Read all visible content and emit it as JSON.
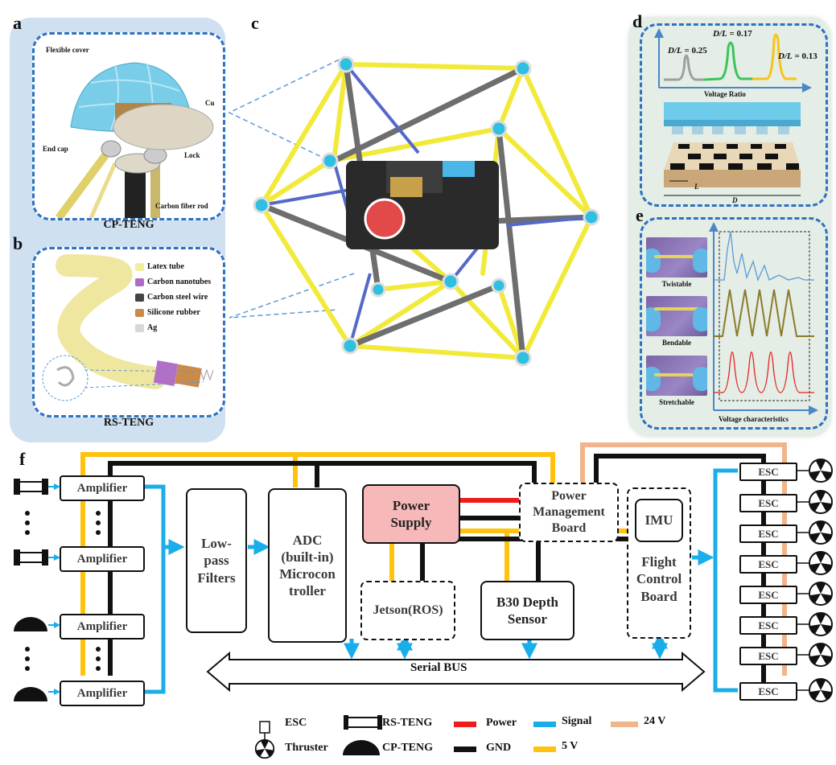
{
  "panels": {
    "a": {
      "letter": "a",
      "callouts": [
        "Flexible cover",
        "Cu",
        "End cap",
        "Lock",
        "Carbon fiber rod"
      ],
      "caption": "CP-TENG"
    },
    "b": {
      "letter": "b",
      "legend": [
        {
          "label": "Latex tube",
          "color": "#f3eda0"
        },
        {
          "label": "Carbon nanotubes",
          "color": "#b06cc4"
        },
        {
          "label": "Carbon steel wire",
          "color": "#444444"
        },
        {
          "label": "Silicone rubber",
          "color": "#c98a4a"
        },
        {
          "label": "Ag",
          "color": "#d8d8d8"
        }
      ],
      "caption": "RS-TENG"
    },
    "c": {
      "letter": "c"
    },
    "d": {
      "letter": "d",
      "peaks": [
        {
          "ratio_label": "= 0.25",
          "num": "D",
          "den": "L",
          "color": "#9e9e9e"
        },
        {
          "ratio_label": "= 0.17",
          "num": "D",
          "den": "L",
          "color": "#3cc45a"
        },
        {
          "ratio_label": "= 0.13",
          "num": "D",
          "den": "L",
          "color": "#f6c318"
        }
      ],
      "xlabel": "Voltage Ratio",
      "dim_small": "L",
      "dim_large": "D"
    },
    "e": {
      "letter": "e",
      "modes": [
        "Twistable",
        "Bendable",
        "Stretchable"
      ],
      "xlabel": "Voltage characteristics",
      "curve_colors": [
        "#5b9bd5",
        "#8b7b2a",
        "#e8201e"
      ]
    },
    "f": {
      "letter": "f"
    }
  },
  "diagram": {
    "amplifier_label": "Amplifier",
    "amplifiers_count": 4,
    "lowpass": "Low-\npass\nFilters",
    "adc": "ADC\n(built-in)\nMicrocon\ntroller",
    "power_supply": "Power\nSupply",
    "pmb": "Power\nManagement\nBoard",
    "imu": "IMU",
    "fcb": "Flight\nControl\nBoard",
    "jetson": "Jetson(ROS)",
    "depth": "B30 Depth\nSensor",
    "serial_bus": "Serial BUS",
    "esc_label": "ESC",
    "esc_count": 8
  },
  "legend": {
    "esc": "ESC",
    "thruster": "Thruster",
    "rs_teng": "RS-TENG",
    "cp_teng": "CP-TENG",
    "power": "Power",
    "gnd": "GND",
    "signal": "Signal",
    "v5": "5 V",
    "v24": "24 V"
  },
  "colors": {
    "power": "#ee1c1c",
    "gnd": "#111111",
    "signal": "#19aeea",
    "v5": "#ffc20e",
    "v24": "#f2b48a",
    "power_supply_fill": "#f6b8b8",
    "dash_blue": "#2e73c0"
  }
}
